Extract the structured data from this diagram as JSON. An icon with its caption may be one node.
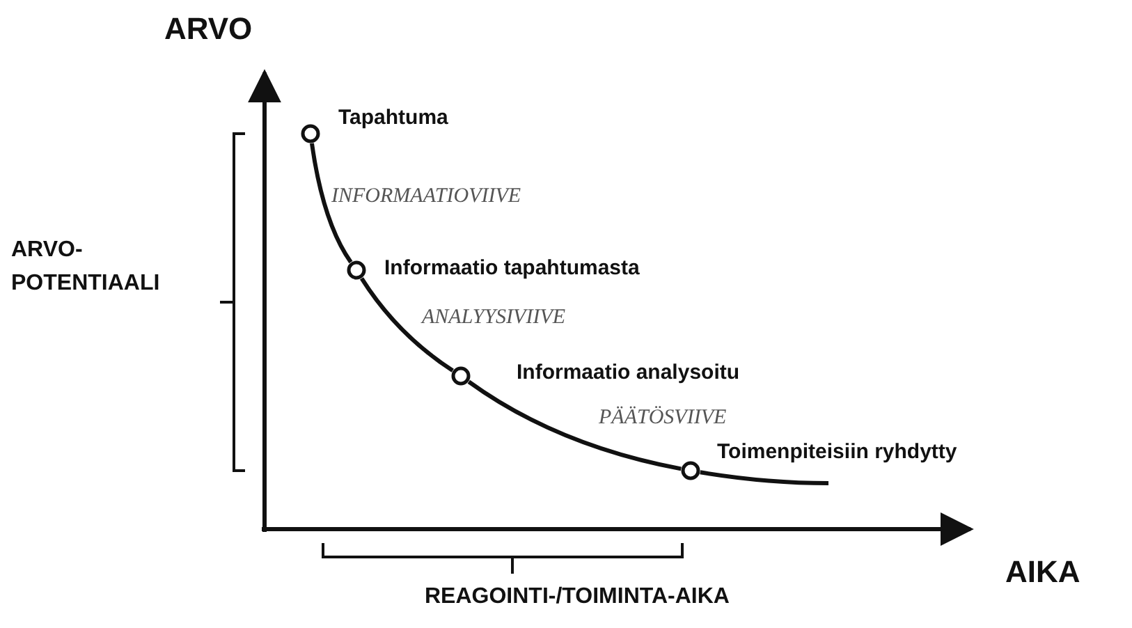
{
  "diagram": {
    "nodes": [
      {
        "text": [],
        "shape": "circle",
        "beside": [
          "Tapahtuma"
        ]
      },
      {
        "text": [],
        "shape": "circle",
        "beside": [
          "Informaatio tapahtumasta"
        ]
      },
      {
        "text": [],
        "shape": "circle",
        "beside": [
          "Informaatio analysoitu"
        ]
      },
      {
        "text": [],
        "shape": "circle",
        "beside": [
          "Toimenpiteisiin ryhdytty"
        ]
      }
    ],
    "edges": [
      {
        "from": 0,
        "to": 1,
        "arrow": "none",
        "label": "INFORMAATIOVIIVE"
      },
      {
        "from": 1,
        "to": 2,
        "arrow": "none",
        "label": "ANALYYSIVIIVE"
      },
      {
        "from": 2,
        "to": 3,
        "arrow": "none",
        "label": "PÄÄTÖSVIIVE"
      },
      {
        "from": 3,
        "to": null,
        "arrow": "none"
      }
    ],
    "labels": [
      "ARVO",
      "ARVO-POTENTIAALI",
      "AIKA",
      "REAGOINTI-/TOIMINTA-AIKA"
    ]
  }
}
